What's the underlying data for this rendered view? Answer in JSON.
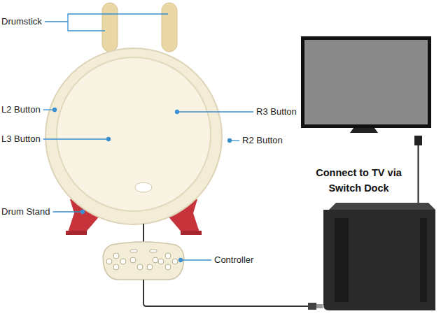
{
  "diagram": {
    "labels": [
      "Drumstick",
      "L2 Button",
      "R3 Button",
      "L3 Button",
      "R2 Button",
      "Connect to TV via Switch Dock",
      "Drum Stand",
      "Controller"
    ]
  }
}
